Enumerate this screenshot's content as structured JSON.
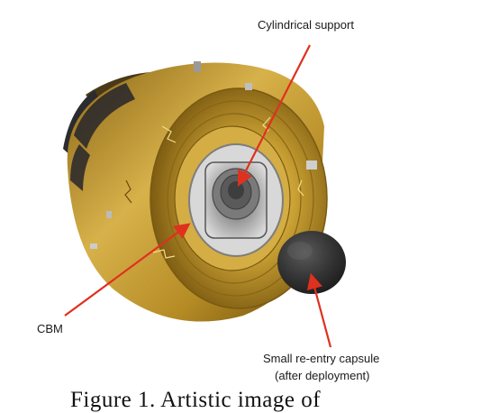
{
  "labels": {
    "cylindrical_support": "Cylindrical support",
    "cbm": "CBM",
    "capsule_line1": "Small re-entry capsule",
    "capsule_line2": "(after deployment)"
  },
  "caption": "Figure 1.  Artistic image of",
  "colors": {
    "gold": "#c9a033",
    "gold_dark": "#7a5a10",
    "gold_light": "#e8c96a",
    "arrow": "#e0301e",
    "capsule": "#3a3a3a",
    "interior": "#9a9a9a"
  },
  "icons": {
    "spacecraft": "spacecraft-illustration",
    "capsule": "reentry-capsule-illustration"
  }
}
